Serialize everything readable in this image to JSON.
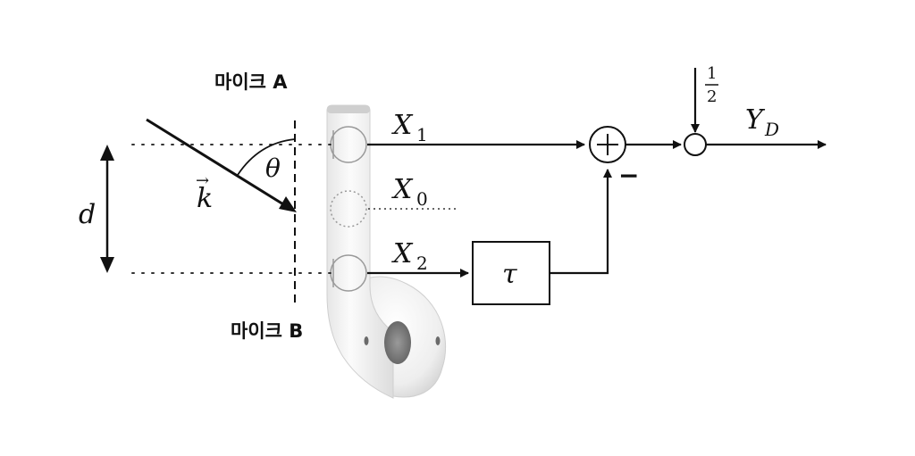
{
  "labels": {
    "mic_a": "마이크 A",
    "mic_b": "마이크 B",
    "x1_main": "X",
    "x1_sub": "1",
    "x0_main": "X",
    "x0_sub": "0",
    "x2_main": "X",
    "x2_sub": "2",
    "yd_main": "Y",
    "yd_sub": "D",
    "tau": "τ",
    "half_num": "1",
    "half_den": "2",
    "minus": "−",
    "d": "d",
    "theta": "θ",
    "k_vec": "k",
    "k_arrow": "→"
  },
  "colors": {
    "line": "#111111",
    "earbud_body": "#f4f4f4",
    "earbud_shade": "#d9d9d9",
    "mesh": "#7a7a7a"
  }
}
